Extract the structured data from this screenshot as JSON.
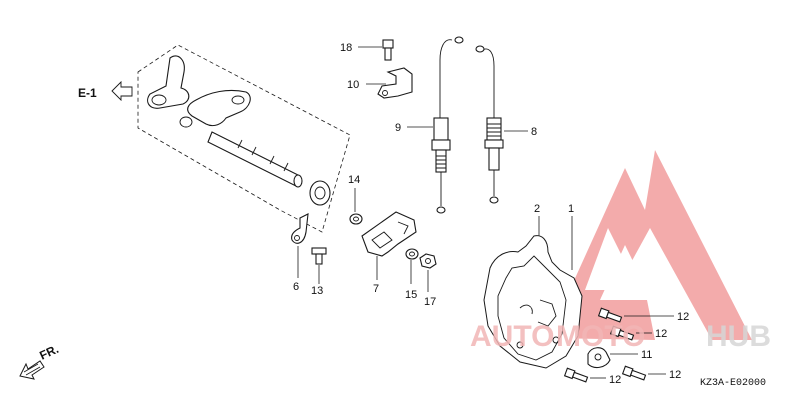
{
  "ref": {
    "label": "E-1"
  },
  "direction": {
    "label": "FR."
  },
  "diagram_code": "KZ3A-E02000",
  "watermark": {
    "brand_left": "AUTO",
    "brand_mid": "MOTO",
    "brand_right": "HUB",
    "color_accent": "#f0a0a0",
    "color_gray": "#d9d9d9"
  },
  "callouts": {
    "c1": "1",
    "c2": "2",
    "c6": "6",
    "c7": "7",
    "c8": "8",
    "c9": "9",
    "c10": "10",
    "c11": "11",
    "c12a": "12",
    "c12b": "12",
    "c12c": "12",
    "c12d": "12",
    "c13": "13",
    "c14": "14",
    "c15": "15",
    "c17": "17",
    "c18": "18"
  }
}
